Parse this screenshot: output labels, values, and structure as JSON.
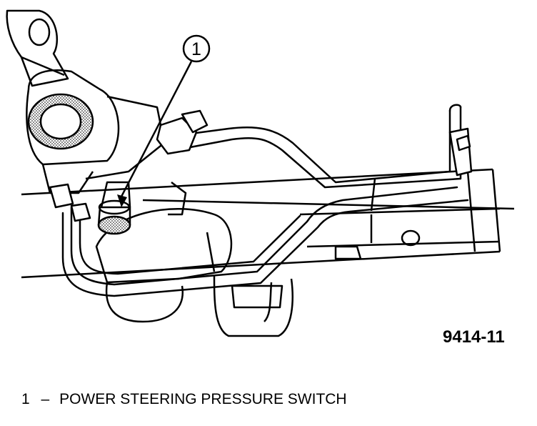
{
  "diagram": {
    "callout": {
      "number": "1"
    },
    "figure_number": "9414-11",
    "legend": [
      {
        "number": "1",
        "separator": "–",
        "label": "POWER STEERING PRESSURE SWITCH"
      }
    ]
  },
  "colors": {
    "ink": "#000000",
    "paper": "#ffffff",
    "stipple": "#b8b8b8"
  }
}
